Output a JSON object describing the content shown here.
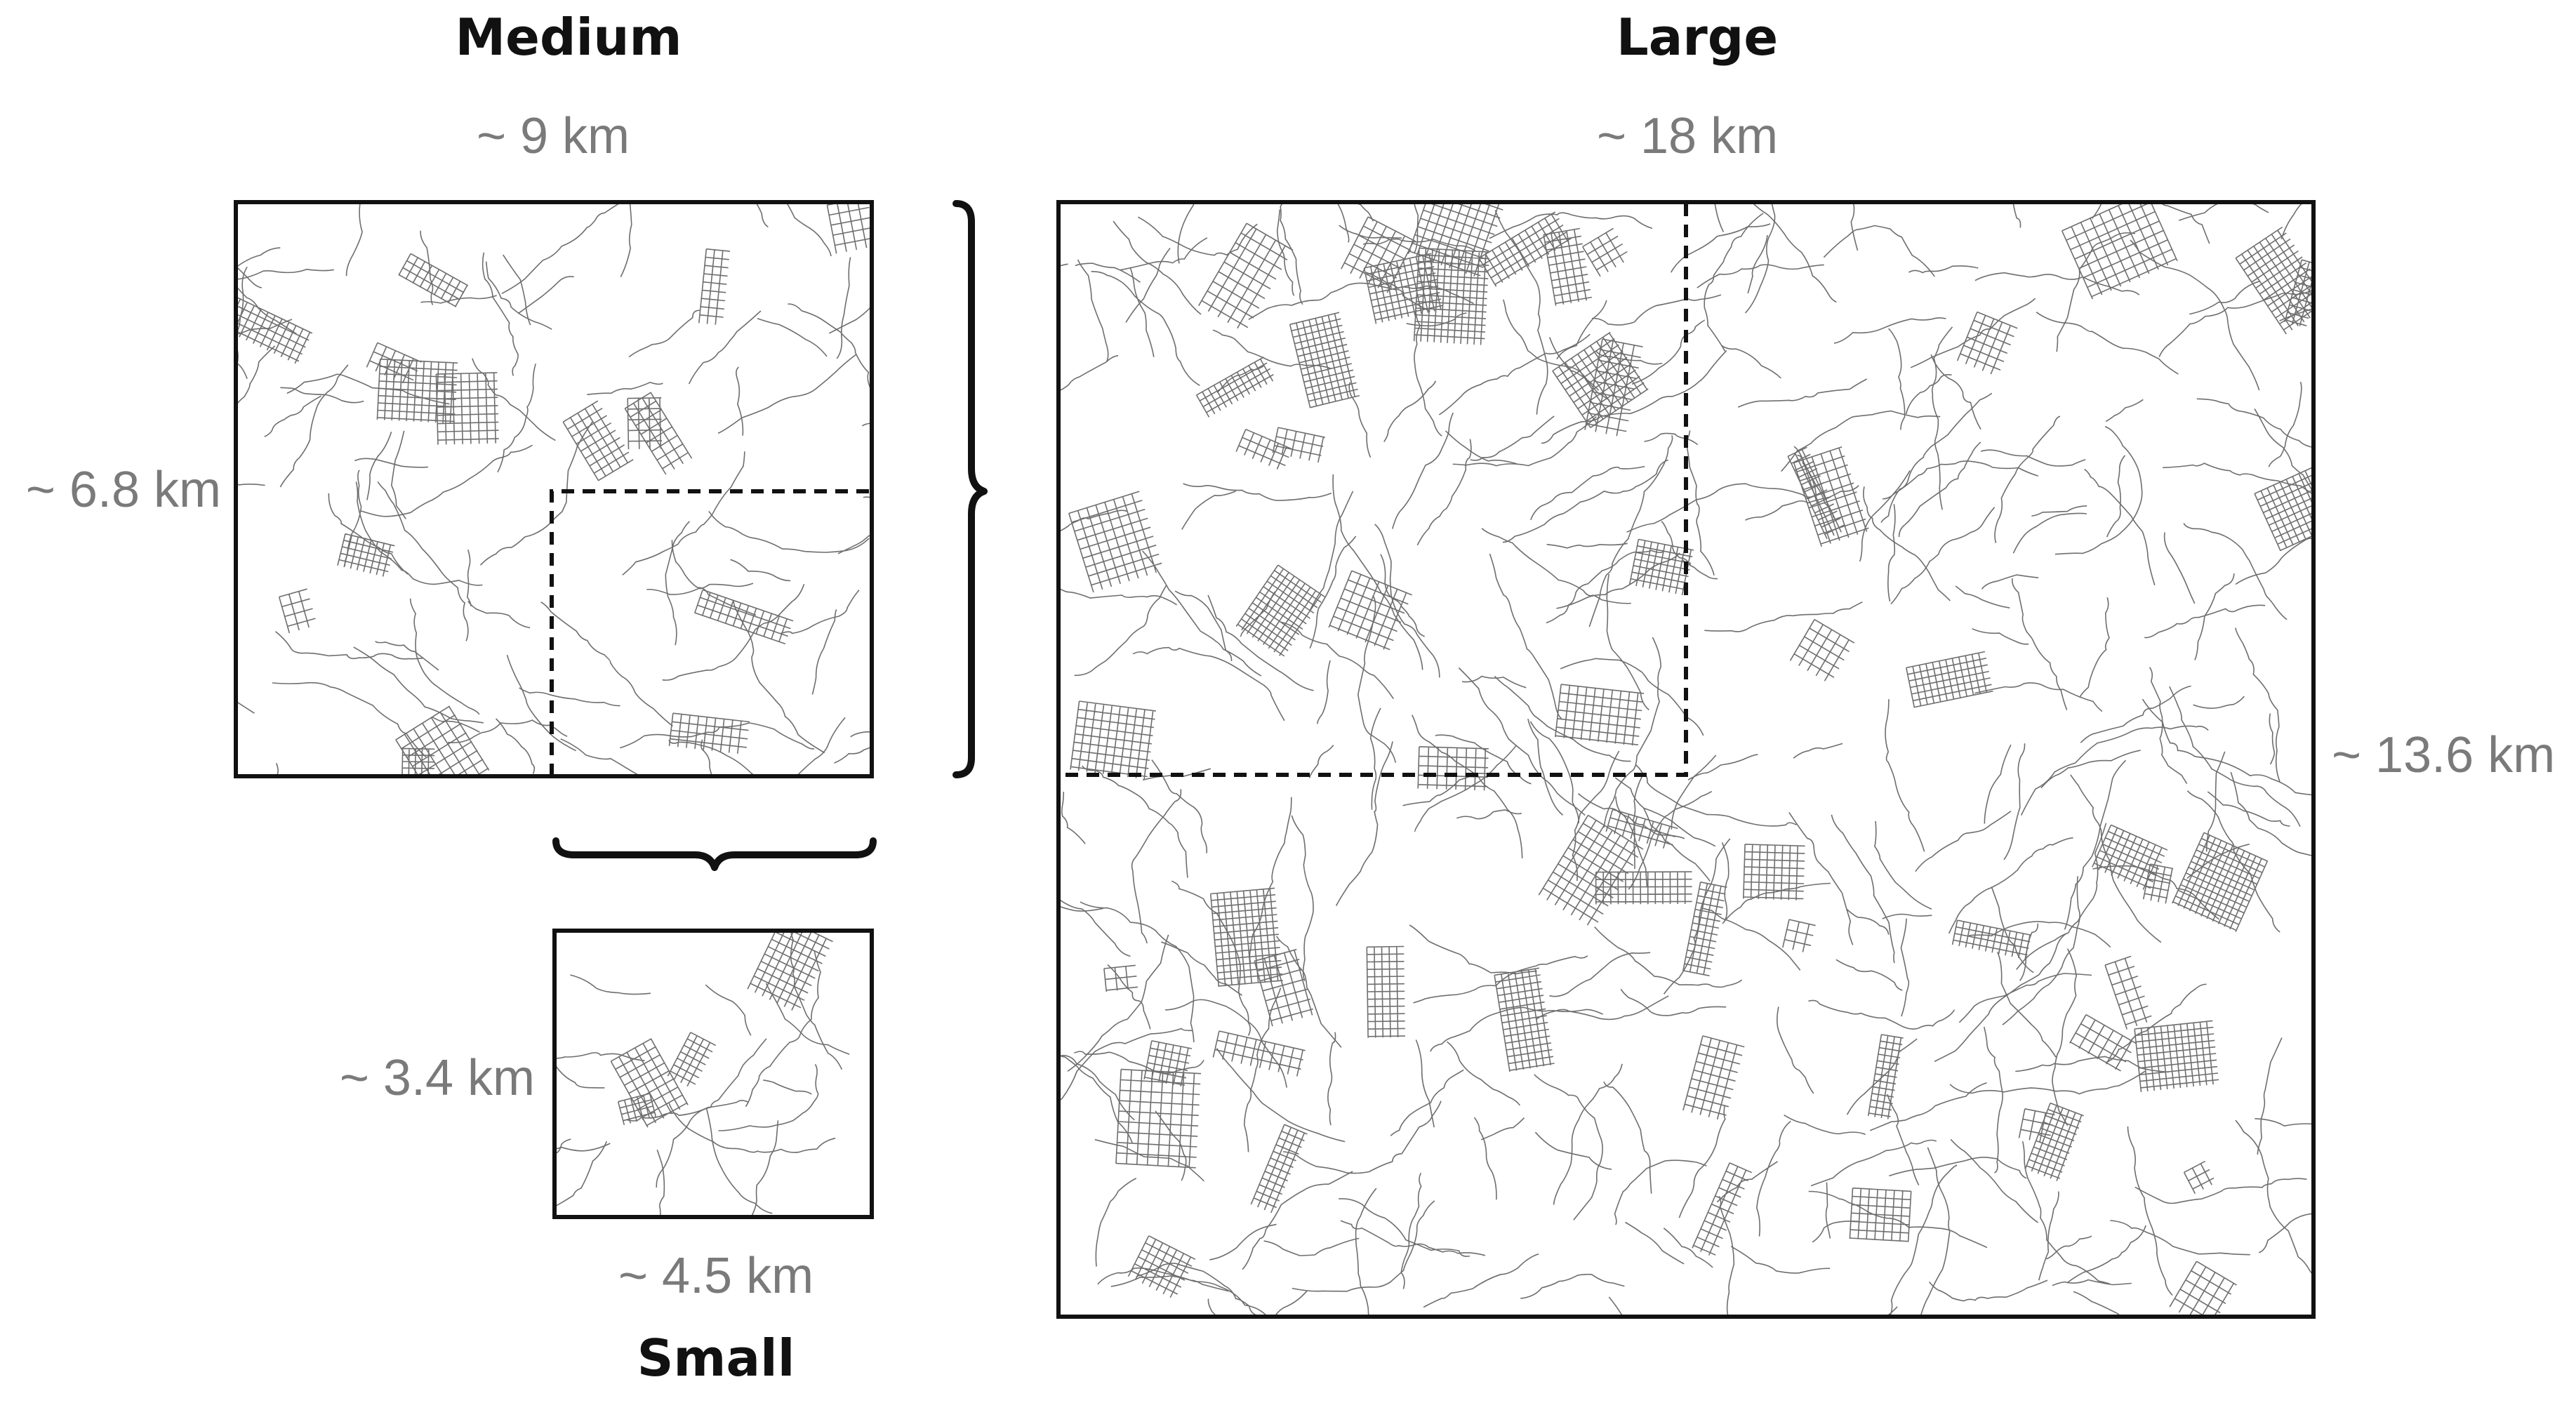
{
  "panels": {
    "medium": {
      "title": "Medium",
      "width_label": "~ 9 km",
      "height_label": "~ 6.8 km"
    },
    "large": {
      "title": "Large",
      "width_label": "~ 18 km",
      "height_label": "~ 13.6 km"
    },
    "small": {
      "title": "Small",
      "width_label": "~ 4.5 km",
      "height_label": "~ 3.4 km"
    }
  },
  "colors": {
    "frame": "#111111",
    "label": "#7a7a7a",
    "road": "#6e6e6e"
  }
}
